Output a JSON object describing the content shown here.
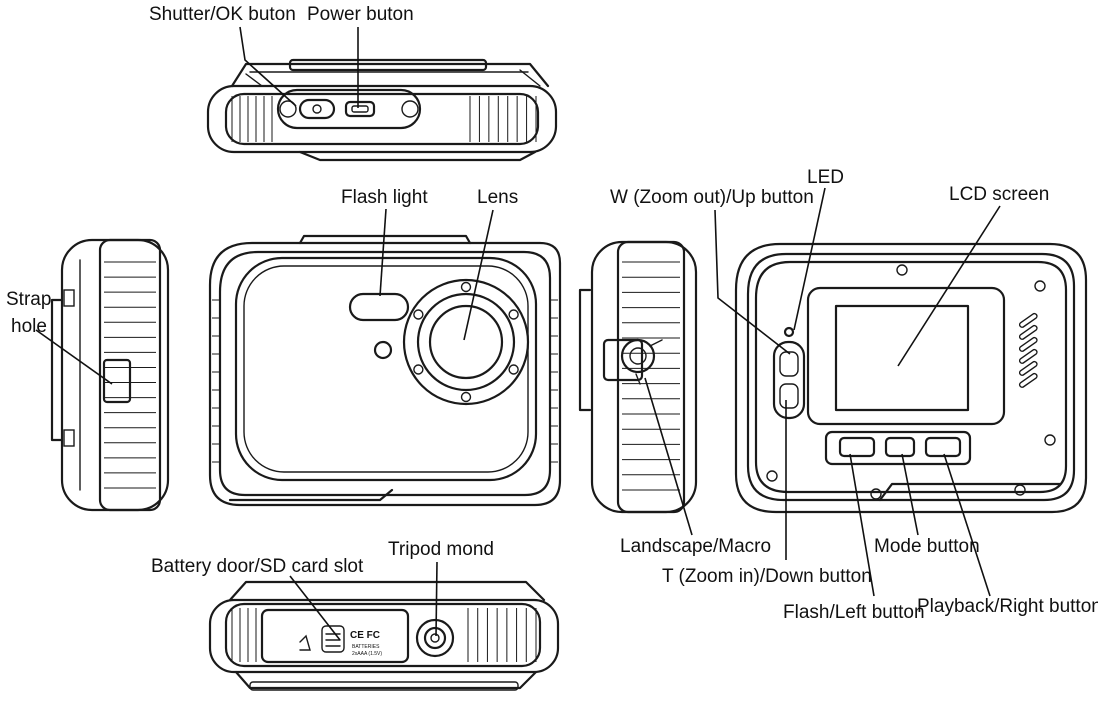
{
  "labels": {
    "shutter_ok": "Shutter/OK buton",
    "power": "Power buton",
    "flash_light": "Flash light",
    "lens": "Lens",
    "zoom_out_up": "W (Zoom out)/Up button",
    "led": "LED",
    "lcd_screen": "LCD screen",
    "strap": "Strap",
    "hole": "hole",
    "landscape_macro": "Landscape/Macro",
    "zoom_in_down": "T (Zoom in)/Down button",
    "mode_button": "Mode button",
    "playback_right": "Playback/Right button",
    "flash_left": "Flash/Left button",
    "battery_sd": "Battery door/SD card slot",
    "tripod": "Tripod mond"
  },
  "markings": {
    "ce_fc": "CE FC",
    "battery_text": "BATTERIES",
    "battery_spec": "2xAAA (1.5V)"
  },
  "colors": {
    "line": "#1a1a1a",
    "background": "#ffffff",
    "text": "#111111"
  }
}
